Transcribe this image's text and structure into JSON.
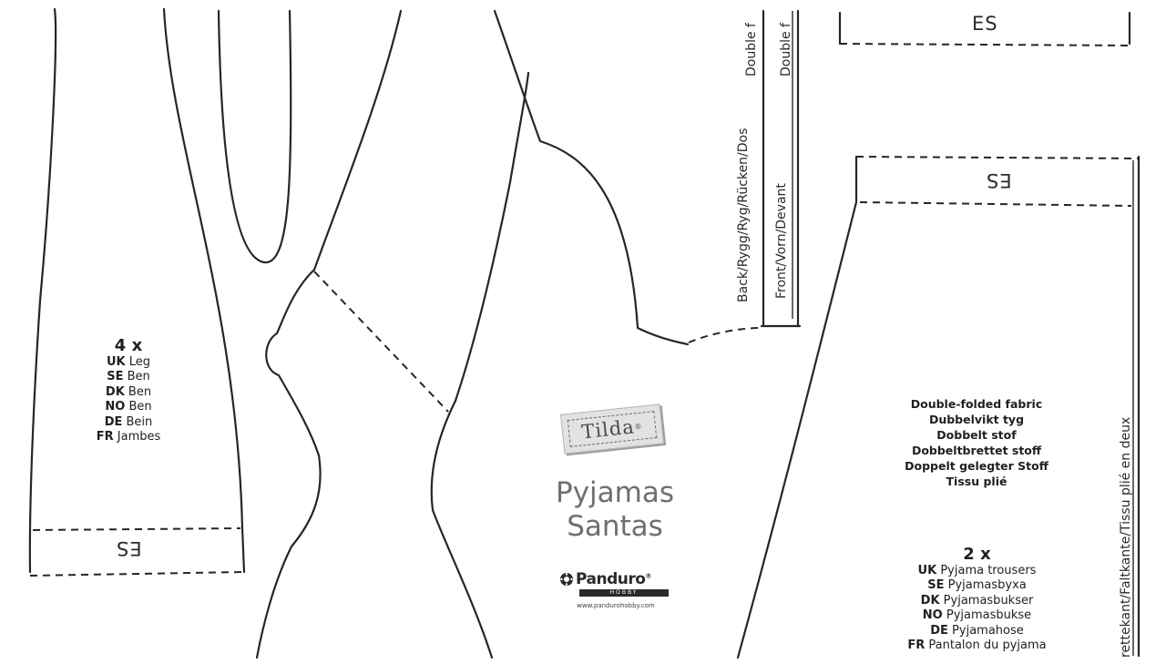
{
  "leg_piece": {
    "count": "4 x",
    "rows": [
      {
        "code": "UK",
        "text": "Leg"
      },
      {
        "code": "SE",
        "text": "Ben"
      },
      {
        "code": "DK",
        "text": "Ben"
      },
      {
        "code": "NO",
        "text": "Ben"
      },
      {
        "code": "DE",
        "text": "Bein"
      },
      {
        "code": "FR",
        "text": "Jambes"
      }
    ],
    "seam_mark": "ES"
  },
  "body_piece": {
    "back_label": "Back/Rygg/Ryg/Rücken/Dos",
    "front_label": "Front/Vorn/Devant",
    "fold_label": "Double f"
  },
  "brand": {
    "tilda": "Tilda",
    "tilda_reg": "®",
    "title_line1": "Pyjamas",
    "title_line2": "Santas",
    "panduro": "Panduro",
    "panduro_reg": "®",
    "panduro_sub": "HOBBY",
    "url": "www.pandurohobby.com"
  },
  "trousers_piece": {
    "top_seam_mark": "ES",
    "waist_seam_mark": "ES",
    "fold_side_label": "rettekant/Faltkante/Tissu plié en deux",
    "fabric_info": [
      "Double-folded fabric",
      "Dubbelvikt tyg",
      "Dobbelt stof",
      "Dobbeltbrettet stoff",
      "Doppelt gelegter Stoff",
      "Tissu plié"
    ],
    "count": "2 x",
    "rows": [
      {
        "code": "UK",
        "text": "Pyjama trousers"
      },
      {
        "code": "SE",
        "text": "Pyjamasbyxa"
      },
      {
        "code": "DK",
        "text": "Pyjamasbukser"
      },
      {
        "code": "NO",
        "text": "Pyjamasbukse"
      },
      {
        "code": "DE",
        "text": "Pyjamahose"
      },
      {
        "code": "FR",
        "text": "Pantalon du pyjama"
      }
    ]
  },
  "colors": {
    "ink": "#1f1f1f",
    "title_grey": "#6f6f6f",
    "label_bg": "#e2e2e2"
  }
}
